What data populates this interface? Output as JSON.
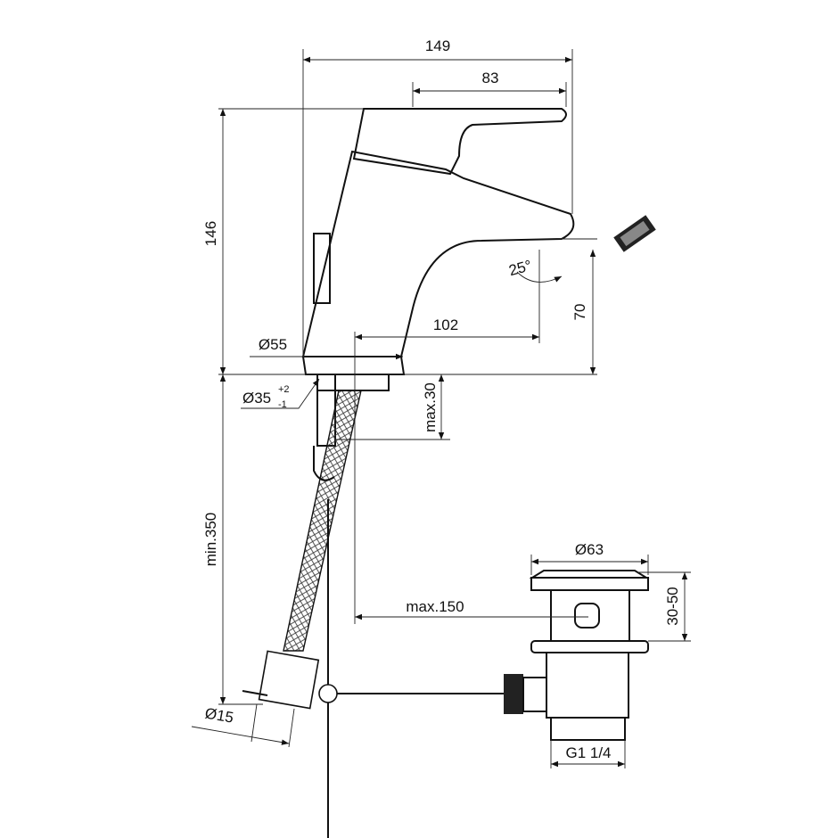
{
  "dimensions": {
    "total_width": "149",
    "handle_width": "83",
    "total_height": "146",
    "spout_angle": "25°",
    "spout_height": "70",
    "base_diameter": "Ø55",
    "reach": "102",
    "hole_diameter": "Ø35",
    "hole_tol_plus": "+2",
    "hole_tol_minus": "-1",
    "max_thickness": "max.30",
    "min_length": "min.350",
    "drain_diameter": "Ø63",
    "drain_range": "30-50",
    "max_distance": "max.150",
    "connection_diameter": "Ø15",
    "drain_thread": "G1 1/4"
  }
}
